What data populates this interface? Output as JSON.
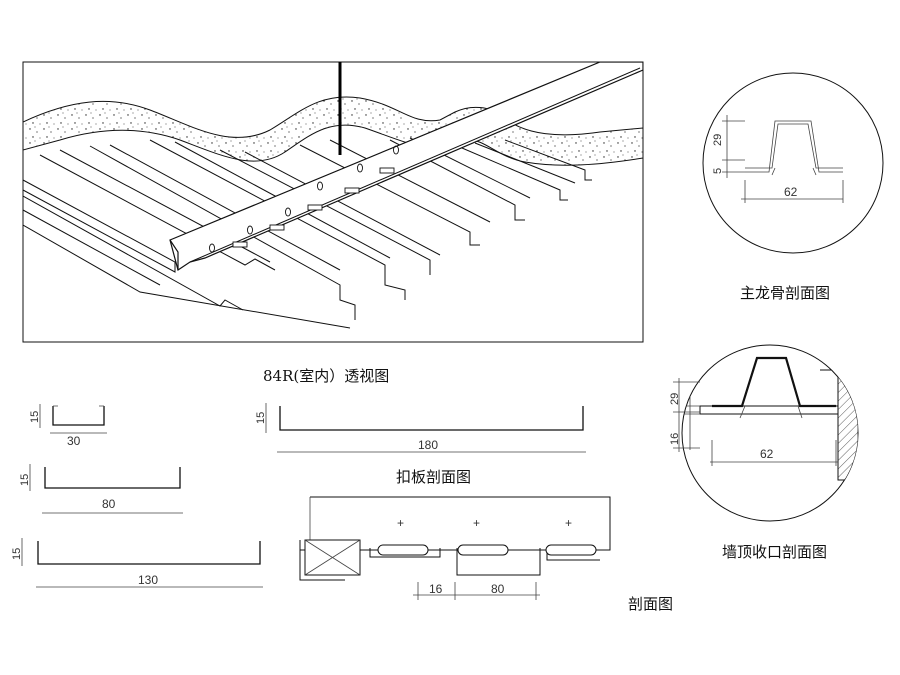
{
  "perspective": {
    "caption": "84R(室内）透视图"
  },
  "main_runner_section": {
    "title": "主龙骨剖面图",
    "dim_height": "29",
    "dim_flange": "5",
    "dim_width": "62"
  },
  "wall_trim_section": {
    "title": "墙顶收口剖面图",
    "dim_height": "29",
    "dim_depth": "16",
    "dim_width": "62"
  },
  "panel_sections": {
    "title": "扣板剖面图",
    "profiles": [
      {
        "height": "15",
        "width": "30"
      },
      {
        "height": "15",
        "width": "80"
      },
      {
        "height": "15",
        "width": "130"
      },
      {
        "height": "15",
        "width": "180"
      }
    ]
  },
  "section": {
    "title": "剖面图",
    "dim_gap": "16",
    "dim_pitch": "80"
  }
}
